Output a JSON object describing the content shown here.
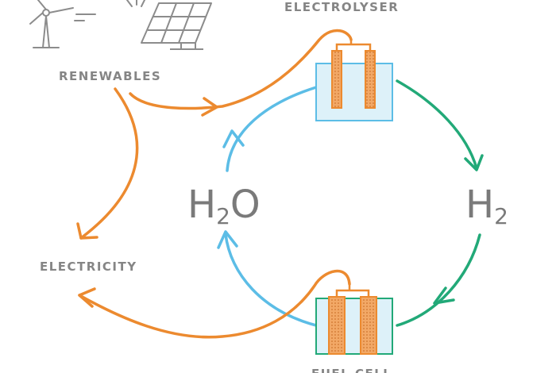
{
  "labels": {
    "renewables": "RENEWABLES",
    "electrolyser": "ELECTROLYSER",
    "electricity": "ELECTRICITY",
    "fuel_cell": "FUEL CELL"
  },
  "chem": {
    "water_main": "H",
    "water_sub": "2",
    "water_tail": "O",
    "hydrogen_main": "H",
    "hydrogen_sub": "2"
  },
  "colors": {
    "orange": "#ec8a2f",
    "blue": "#5cbde6",
    "green": "#22a978",
    "icon_gray": "#8c8c8c",
    "text_gray": "#858585",
    "tank_fill": "#ddf1f9"
  },
  "icons": [
    "wind-turbine-icon",
    "solar-panel-icon",
    "sun-icon"
  ]
}
